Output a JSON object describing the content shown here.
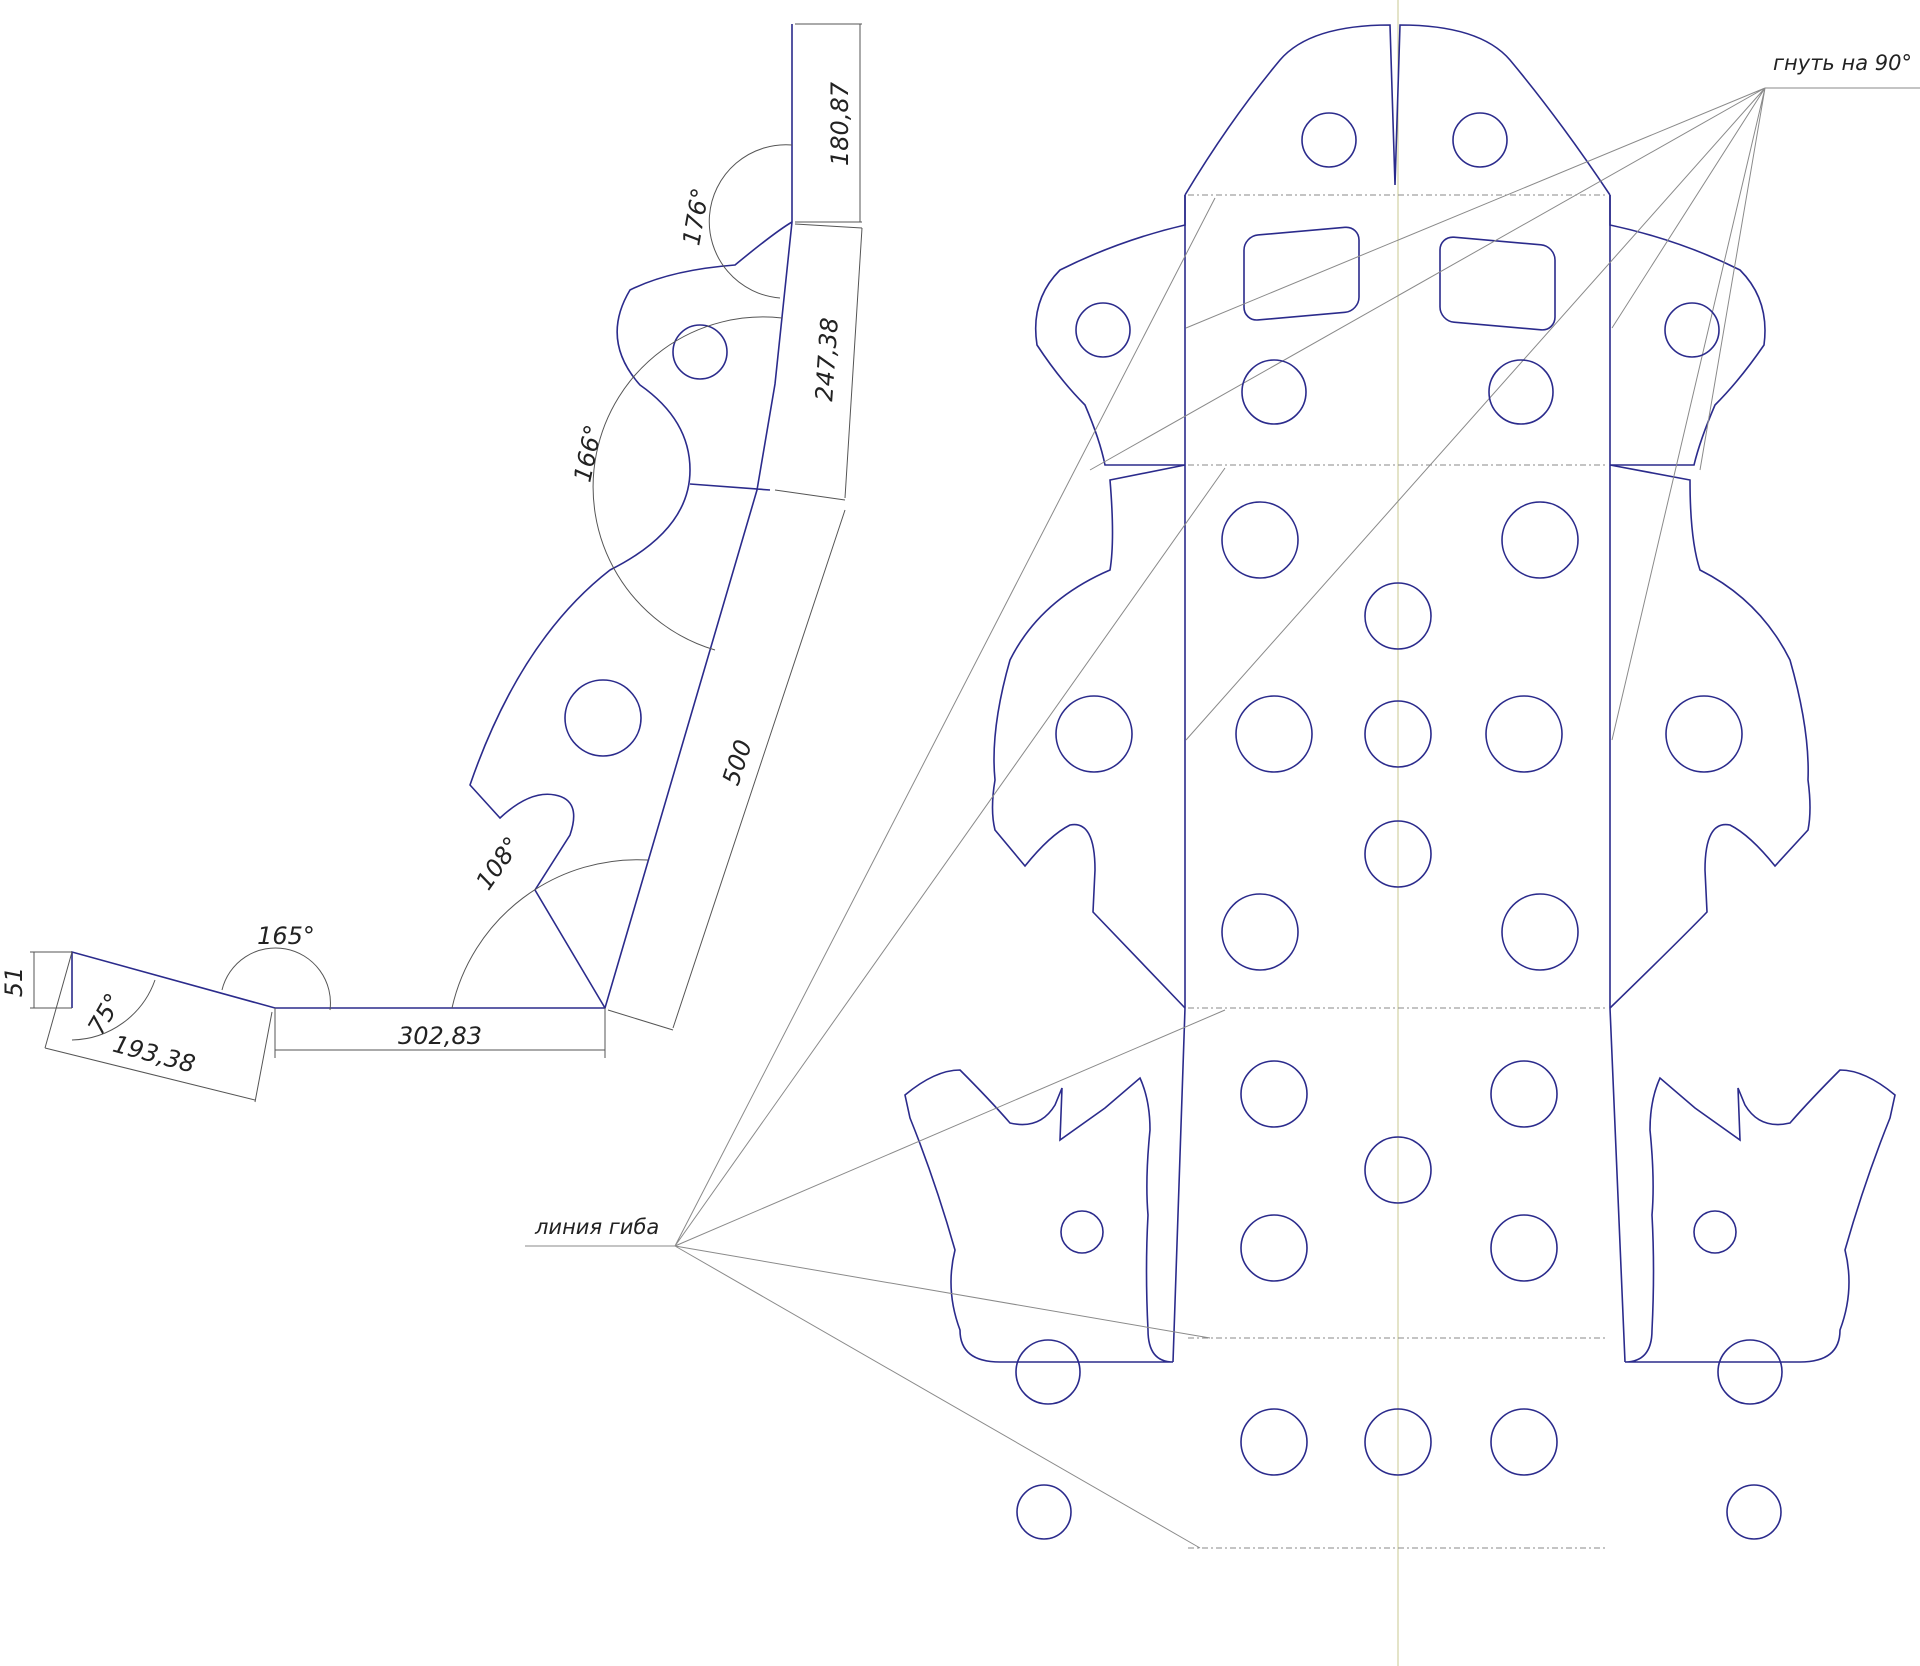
{
  "profile": {
    "dimensions": {
      "d_180_87": "180,87",
      "d_247_38": "247,38",
      "d_500": "500",
      "d_302_83": "302,83",
      "d_193_38": "193,38",
      "d_51": "51"
    },
    "angles": {
      "a_176": "176°",
      "a_166": "166°",
      "a_108": "108°",
      "a_165": "165°",
      "a_75": "75°"
    }
  },
  "notes": {
    "bend_90": "гнуть на 90°",
    "bend_line": "линия гиба"
  },
  "colors": {
    "outline": "#2b2b8c",
    "dimension": "#555555",
    "leader": "#8a8a8a",
    "centerline": "#c8c890"
  }
}
